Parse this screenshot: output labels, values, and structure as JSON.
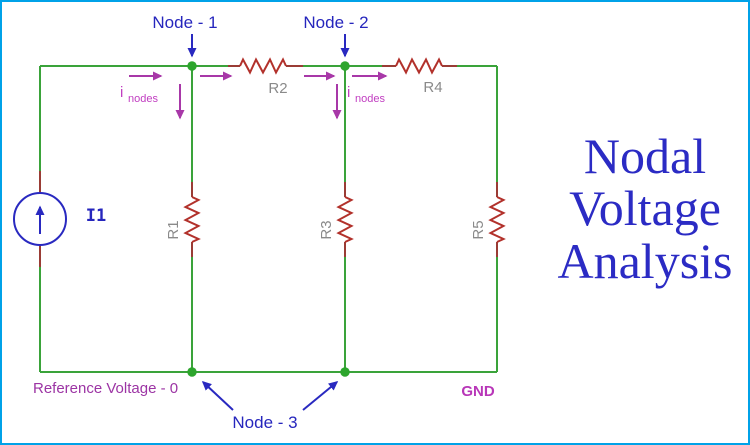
{
  "title": {
    "line1": "Nodal",
    "line2": "Voltage",
    "line3": "Analysis"
  },
  "circuit": {
    "source_label": "I1",
    "resistors": {
      "r1": "R1",
      "r2": "R2",
      "r3": "R3",
      "r4": "R4",
      "r5": "R5"
    },
    "nodes": {
      "node1": "Node - 1",
      "node2": "Node - 2",
      "node3": "Node - 3"
    },
    "current_label": {
      "symbol": "i",
      "subscript": "nodes"
    },
    "reference_label": "Reference Voltage - 0",
    "ground_label": "GND"
  },
  "colors": {
    "border": "#00a2e8",
    "wire_green": "#3aa33a",
    "node_dot_green": "#2da52d",
    "resistor_lead_red": "#9a3c35",
    "resistor_body_red": "#b2312b",
    "annotation_blue": "#2929c0",
    "title_blue": "#2b2bc4",
    "current_magenta": "#a838a8",
    "current_text_magenta": "#c13ec1",
    "reference_purple": "#9c34a4",
    "ground_magenta": "#b836b8",
    "component_label_gray": "#8a8a8a"
  }
}
